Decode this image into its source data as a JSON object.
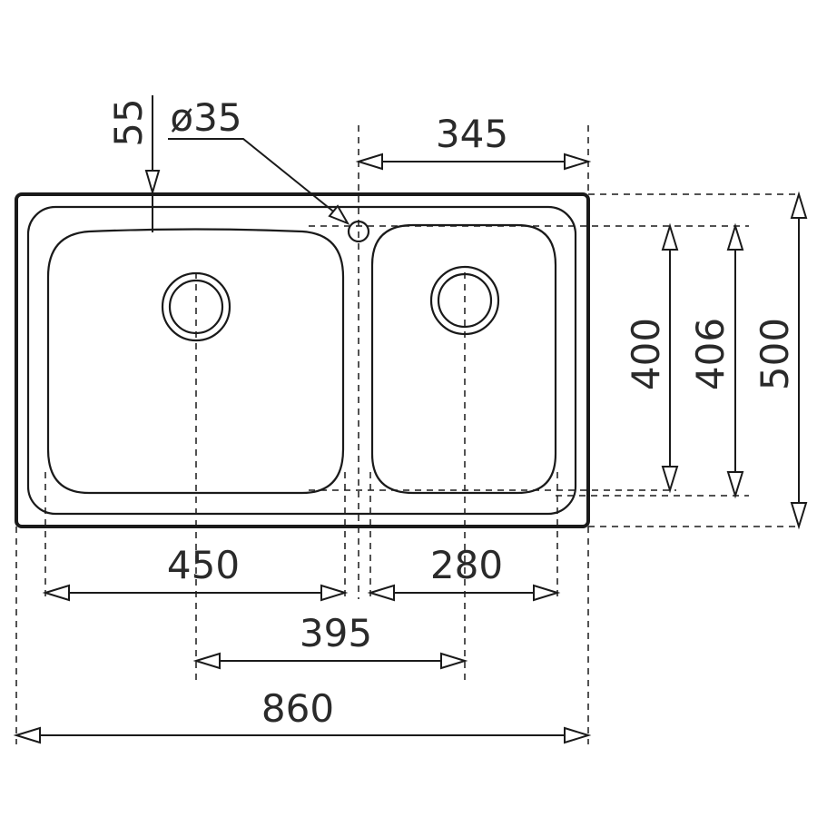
{
  "dimensions": {
    "tap_offset": "55",
    "tap_hole_diameter": "ø35",
    "small_bowl_offset": "345",
    "bowl_depth_inner": "400",
    "bowl_depth_outer": "406",
    "overall_depth": "500",
    "large_bowl_width": "450",
    "small_bowl_width": "280",
    "drain_spacing": "395",
    "overall_width": "860"
  }
}
